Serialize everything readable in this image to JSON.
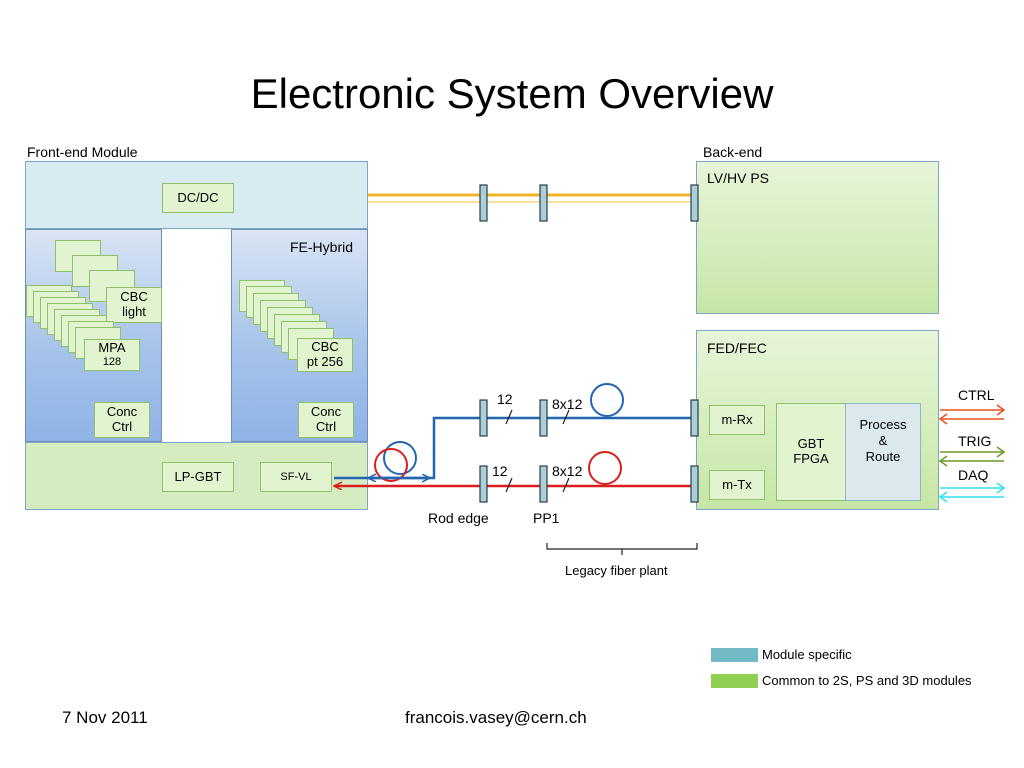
{
  "title": "Electronic System Overview",
  "frontend": {
    "heading": "Front-end Module",
    "dcdc": "DC/DC",
    "fe_hybrid": "FE-Hybrid",
    "cbc_light": [
      "CBC",
      "light"
    ],
    "mpa": [
      "MPA",
      "128"
    ],
    "cbc_pt": [
      "CBC",
      "pt 256"
    ],
    "conc_ctrl": [
      "Conc",
      "Ctrl"
    ],
    "lpgbt": "LP-GBT",
    "sfvl": "SF-VL"
  },
  "backend": {
    "heading": "Back-end",
    "lvhv": "LV/HV PS",
    "fedfec": "FED/FEC",
    "mrx": "m-Rx",
    "mtx": "m-Tx",
    "gbt": [
      "GBT",
      "FPGA"
    ],
    "process": [
      "Process",
      "&",
      "Route"
    ],
    "ctrl": "CTRL",
    "trig": "TRIG",
    "daq": "DAQ"
  },
  "fiber": {
    "count_rod": "12",
    "count_pp1": "8x12",
    "rod_edge": "Rod edge",
    "pp1": "PP1",
    "legacy": "Legacy fiber plant"
  },
  "legend": [
    {
      "label": "Module specific",
      "color": "#72bac6"
    },
    {
      "label": "Common to 2S, PS and 3D modules",
      "color": "#8fcf52"
    }
  ],
  "footer": {
    "date": "7 Nov 2011",
    "email": "francois.vasey@cern.ch"
  },
  "colors": {
    "power_line": "#f0b429",
    "blue_fiber": "#2265b0",
    "red_fiber": "#d9201e",
    "ctrl_arrow": "#e8521f",
    "trig_arrow": "#6c9a23",
    "daq_arrow": "#2ee0f0"
  }
}
